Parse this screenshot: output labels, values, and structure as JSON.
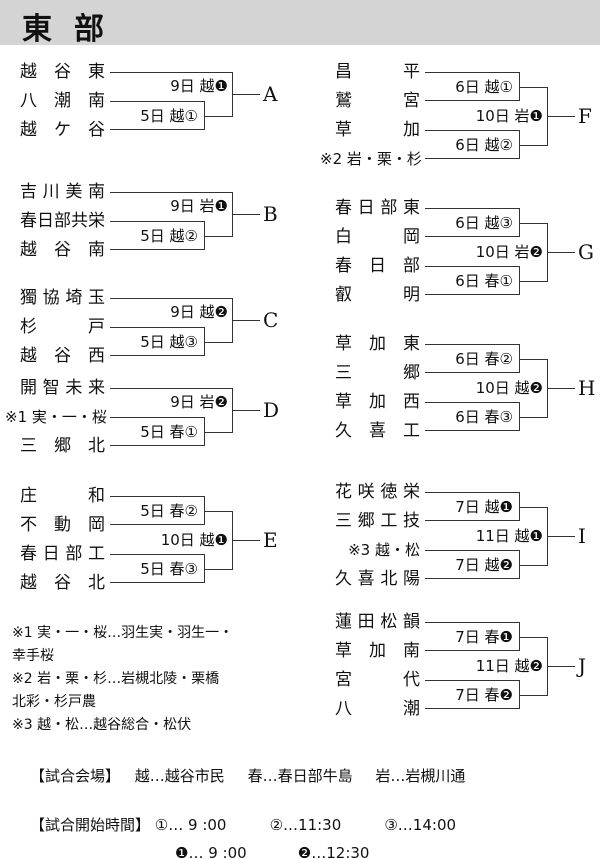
{
  "title": "東部",
  "brackets": [
    {
      "id": "A",
      "teams": [
        "越谷東",
        "八潮南",
        "越ケ谷"
      ],
      "first": [
        "5日 越①"
      ],
      "final": "9日 越❶"
    },
    {
      "id": "B",
      "teams": [
        "吉川美南",
        "春日部共栄",
        "越谷南"
      ],
      "first": [
        "5日 越②"
      ],
      "final": "9日 岩❶"
    },
    {
      "id": "C",
      "teams": [
        "獨協埼玉",
        "杉戸",
        "越谷西"
      ],
      "first": [
        "5日 越③"
      ],
      "final": "9日 越❷"
    },
    {
      "id": "D",
      "teams": [
        "開智未来",
        "※1 実・一・桜",
        "三郷北"
      ],
      "first": [
        "5日 春①"
      ],
      "final": "9日 岩❷"
    },
    {
      "id": "E",
      "teams": [
        "庄和",
        "不動岡",
        "春日部工",
        "越谷北"
      ],
      "first": [
        "5日 春②",
        "5日 春③"
      ],
      "final": "10日 越❶"
    },
    {
      "id": "F",
      "teams": [
        "昌平",
        "鷲宮",
        "草加",
        "※2 岩・栗・杉"
      ],
      "first": [
        "6日 越①",
        "6日 越②"
      ],
      "final": "10日 岩❶"
    },
    {
      "id": "G",
      "teams": [
        "春日部東",
        "白岡",
        "春日部",
        "叡明"
      ],
      "first": [
        "6日 越③",
        "6日 春①"
      ],
      "final": "10日 岩❷"
    },
    {
      "id": "H",
      "teams": [
        "草加東",
        "三郷",
        "草加西",
        "久喜工"
      ],
      "first": [
        "6日 春②",
        "6日 春③"
      ],
      "final": "10日 越❷"
    },
    {
      "id": "I",
      "teams": [
        "花咲徳栄",
        "三郷工技",
        "※3 越・松",
        "久喜北陽"
      ],
      "first": [
        "7日 越❶",
        "7日 越❷"
      ],
      "final": "11日 越❶"
    },
    {
      "id": "J",
      "teams": [
        "蓮田松韻",
        "草加南",
        "宮代",
        "八潮"
      ],
      "first": [
        "7日 春❶",
        "7日 春❷"
      ],
      "final": "11日 越❷"
    }
  ],
  "notes": [
    "※1 実・一・桜…羽生実・羽生一・",
    "幸手桜",
    "※2 岩・栗・杉…岩槻北陵・栗橋",
    "北彩・杉戸農",
    "※3 越・松…越谷総合・松伏"
  ],
  "venue": {
    "label": "【試合会場】",
    "items": [
      "越…越谷市民",
      "春…春日部牛島",
      "岩…岩槻川通"
    ]
  },
  "times": {
    "label": "【試合開始時間】",
    "row1": [
      "①… 9 :00",
      "②…11:30",
      "③…14:00"
    ],
    "row2": [
      "❶… 9 :00",
      "❷…12:30"
    ]
  }
}
